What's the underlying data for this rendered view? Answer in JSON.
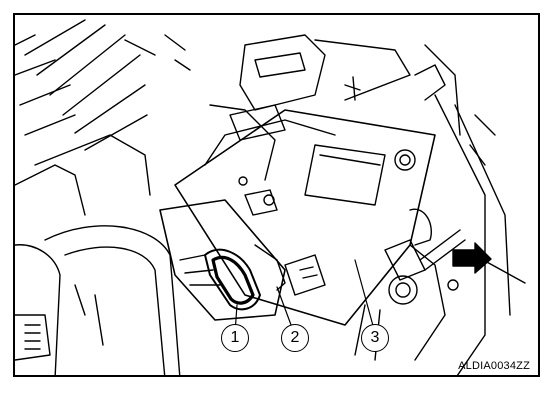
{
  "figure": {
    "callouts": [
      "1",
      "2",
      "3"
    ],
    "figure_code": "ALDIA0034ZZ",
    "line_color": "#000000",
    "background_color": "#ffffff"
  }
}
